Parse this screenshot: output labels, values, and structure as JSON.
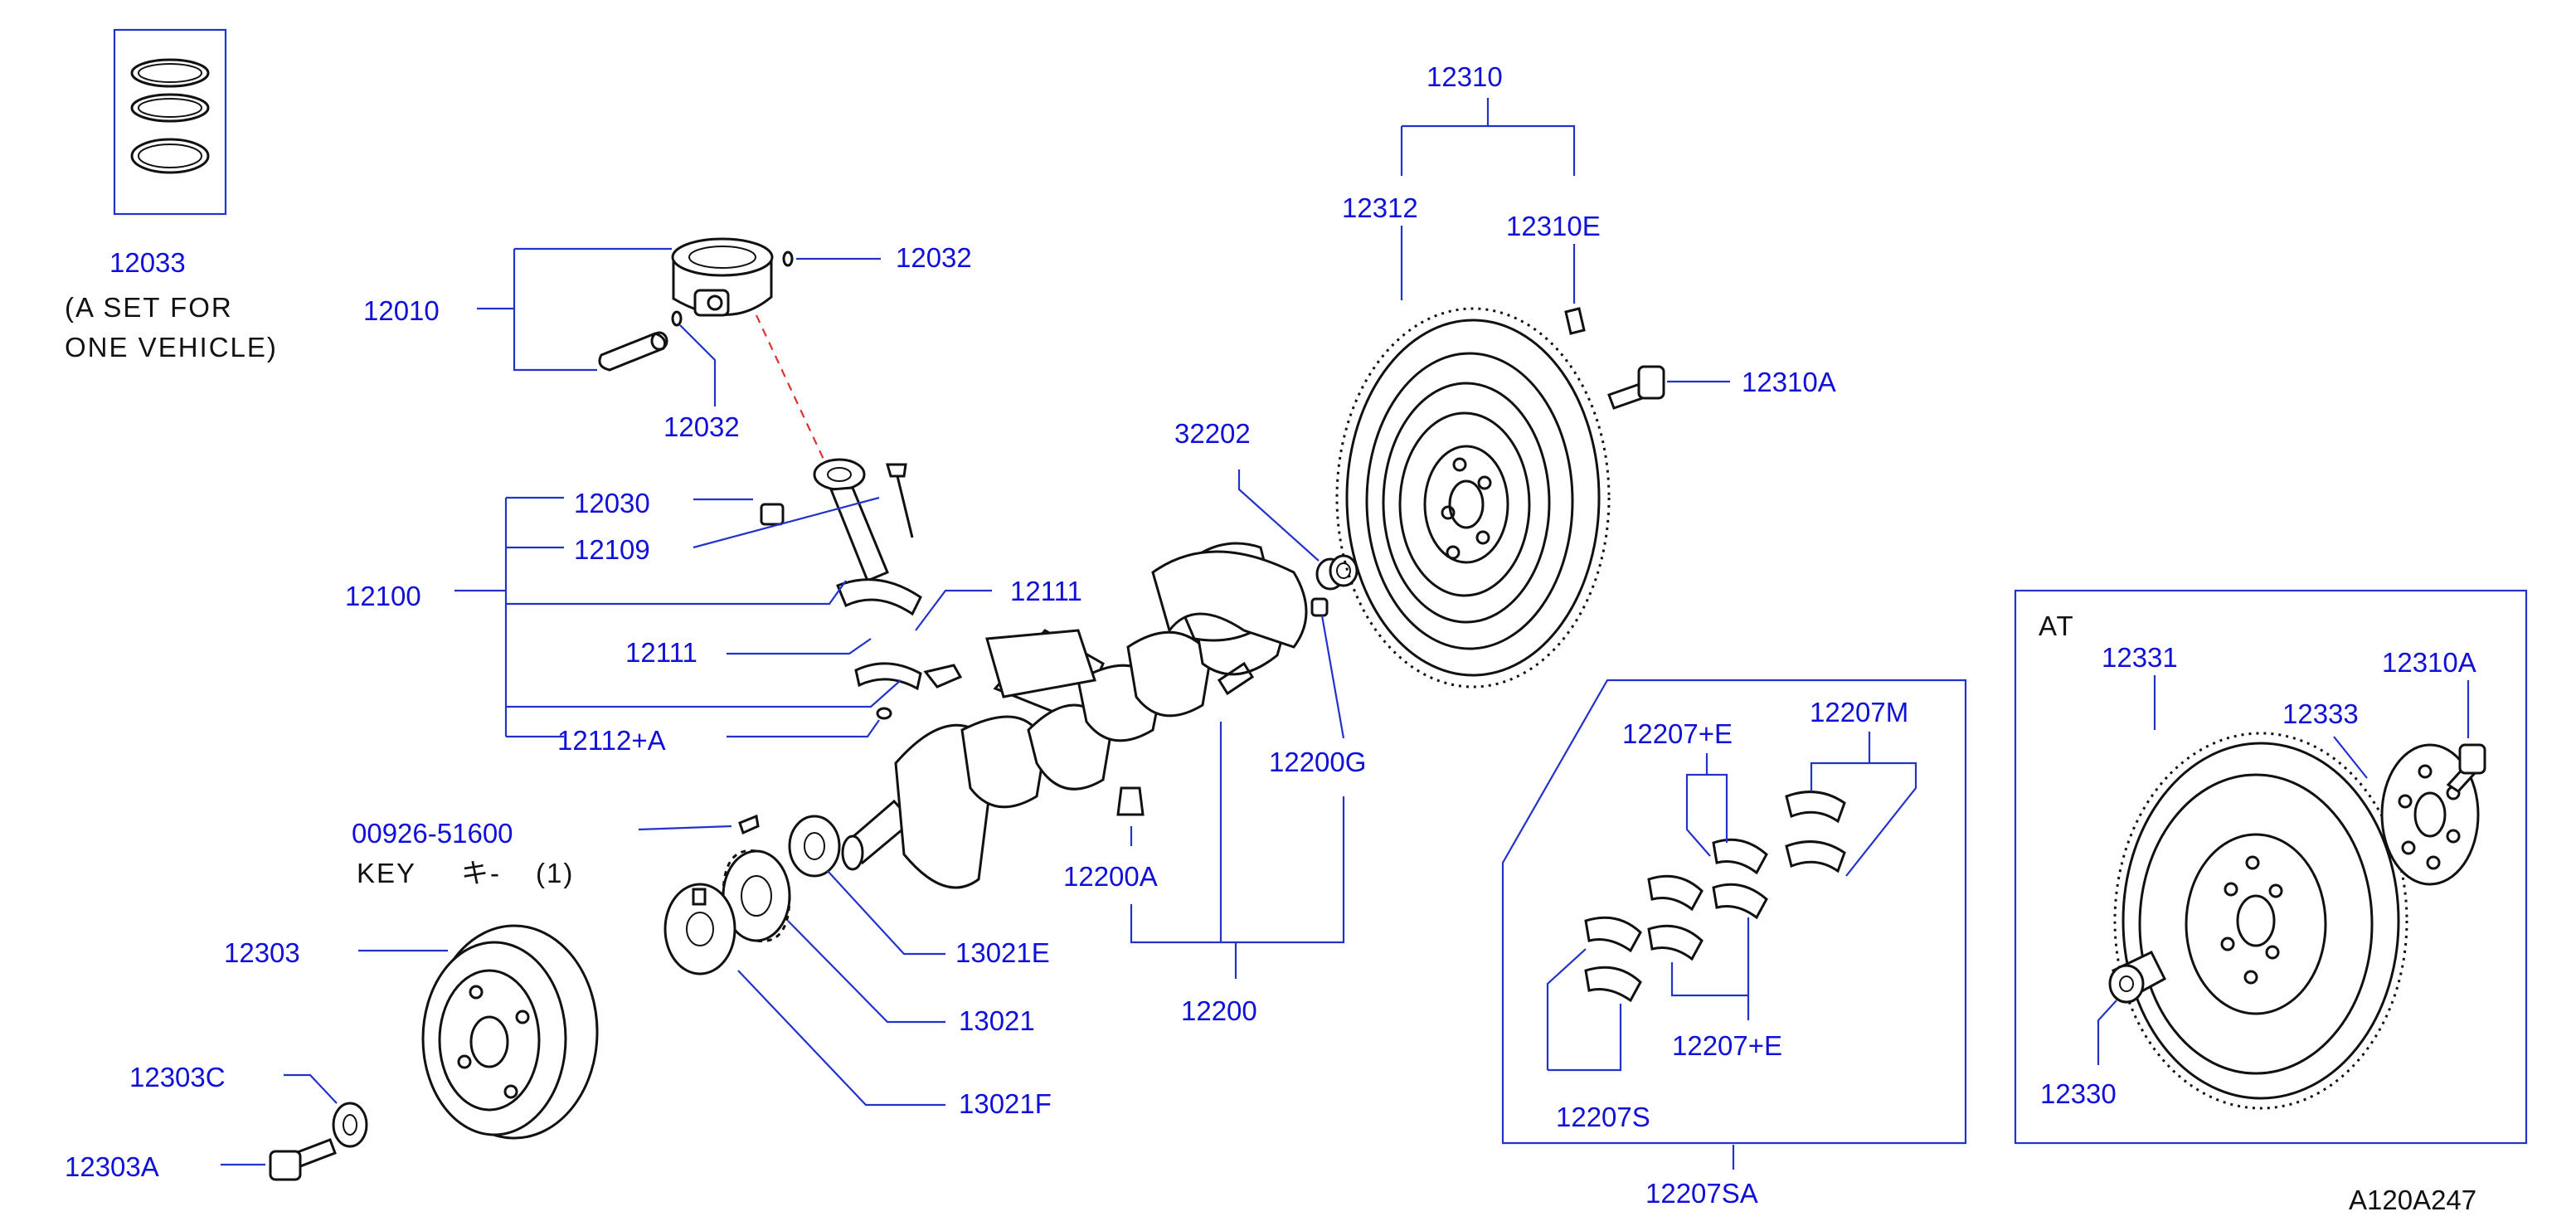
{
  "diagram_code": "A120A247",
  "callouts": {
    "p12033": "12033",
    "set_note_1": "(A  SET  FOR",
    "set_note_2": "ONE  VEHICLE)",
    "p12010": "12010",
    "p12032_top": "12032",
    "p12032_bot": "12032",
    "p12030": "12030",
    "p12109": "12109",
    "p12100": "12100",
    "p12111_left": "12111",
    "p12111_right": "12111",
    "p12112A": "12112+A",
    "p00926": "00926-51600",
    "key_text": "KEY",
    "key_jp": "キ-",
    "key_qty": "(1)",
    "p12303": "12303",
    "p12303C": "12303C",
    "p12303A": "12303A",
    "p13021E": "13021E",
    "p13021": "13021",
    "p13021F": "13021F",
    "p32202": "32202",
    "p12200G": "12200G",
    "p12200A": "12200A",
    "p12200": "12200",
    "p12310": "12310",
    "p12312": "12312",
    "p12310E": "12310E",
    "p12310A_top": "12310A",
    "p12207E_top": "12207+E",
    "p12207M": "12207M",
    "p12207E_bot": "12207+E",
    "p12207S": "12207S",
    "p12207SA": "12207SA",
    "at_label": "AT",
    "p12331": "12331",
    "p12310A_at": "12310A",
    "p12333": "12333",
    "p12330": "12330"
  }
}
